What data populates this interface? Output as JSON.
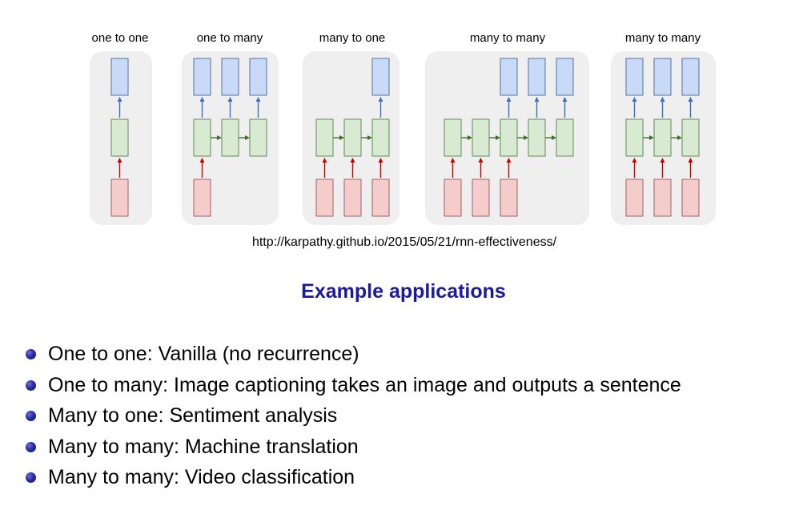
{
  "diagrams": [
    {
      "title": "one to one",
      "inputs": [
        1
      ],
      "hidden": [
        1
      ],
      "outputs": [
        1
      ]
    },
    {
      "title": "one to many",
      "inputs": [
        1
      ],
      "hidden": [
        1,
        2,
        3
      ],
      "outputs": [
        1,
        2,
        3
      ]
    },
    {
      "title": "many to one",
      "inputs": [
        1,
        2,
        3
      ],
      "hidden": [
        1,
        2,
        3
      ],
      "outputs": [
        3
      ]
    },
    {
      "title": "many to many",
      "inputs": [
        1,
        2,
        3
      ],
      "hidden": [
        1,
        2,
        3,
        4,
        5
      ],
      "outputs": [
        3,
        4,
        5
      ]
    },
    {
      "title": "many to many",
      "inputs": [
        1,
        2,
        3
      ],
      "hidden": [
        1,
        2,
        3
      ],
      "outputs": [
        1,
        2,
        3
      ]
    }
  ],
  "colors": {
    "panel": "#efefef",
    "input_fill": "#f4cccc",
    "input_stroke": "#a06060",
    "hidden_fill": "#d9ead3",
    "hidden_stroke": "#5f8a55",
    "output_fill": "#c9daf8",
    "output_stroke": "#5570a0",
    "arrow_red": "#cc0000",
    "arrow_green": "#38761d",
    "arrow_blue": "#3d6dc4",
    "title_blue": "#1a1a9c"
  },
  "source_url": "http://karpathy.github.io/2015/05/21/rnn-effectiveness/",
  "section_title": "Example applications",
  "bullets": [
    "One to one: Vanilla (no recurrence)",
    "One to many: Image captioning takes an image and outputs a sentence",
    "Many to one: Sentiment analysis",
    "Many to many: Machine translation",
    "Many to many: Video classification"
  ]
}
